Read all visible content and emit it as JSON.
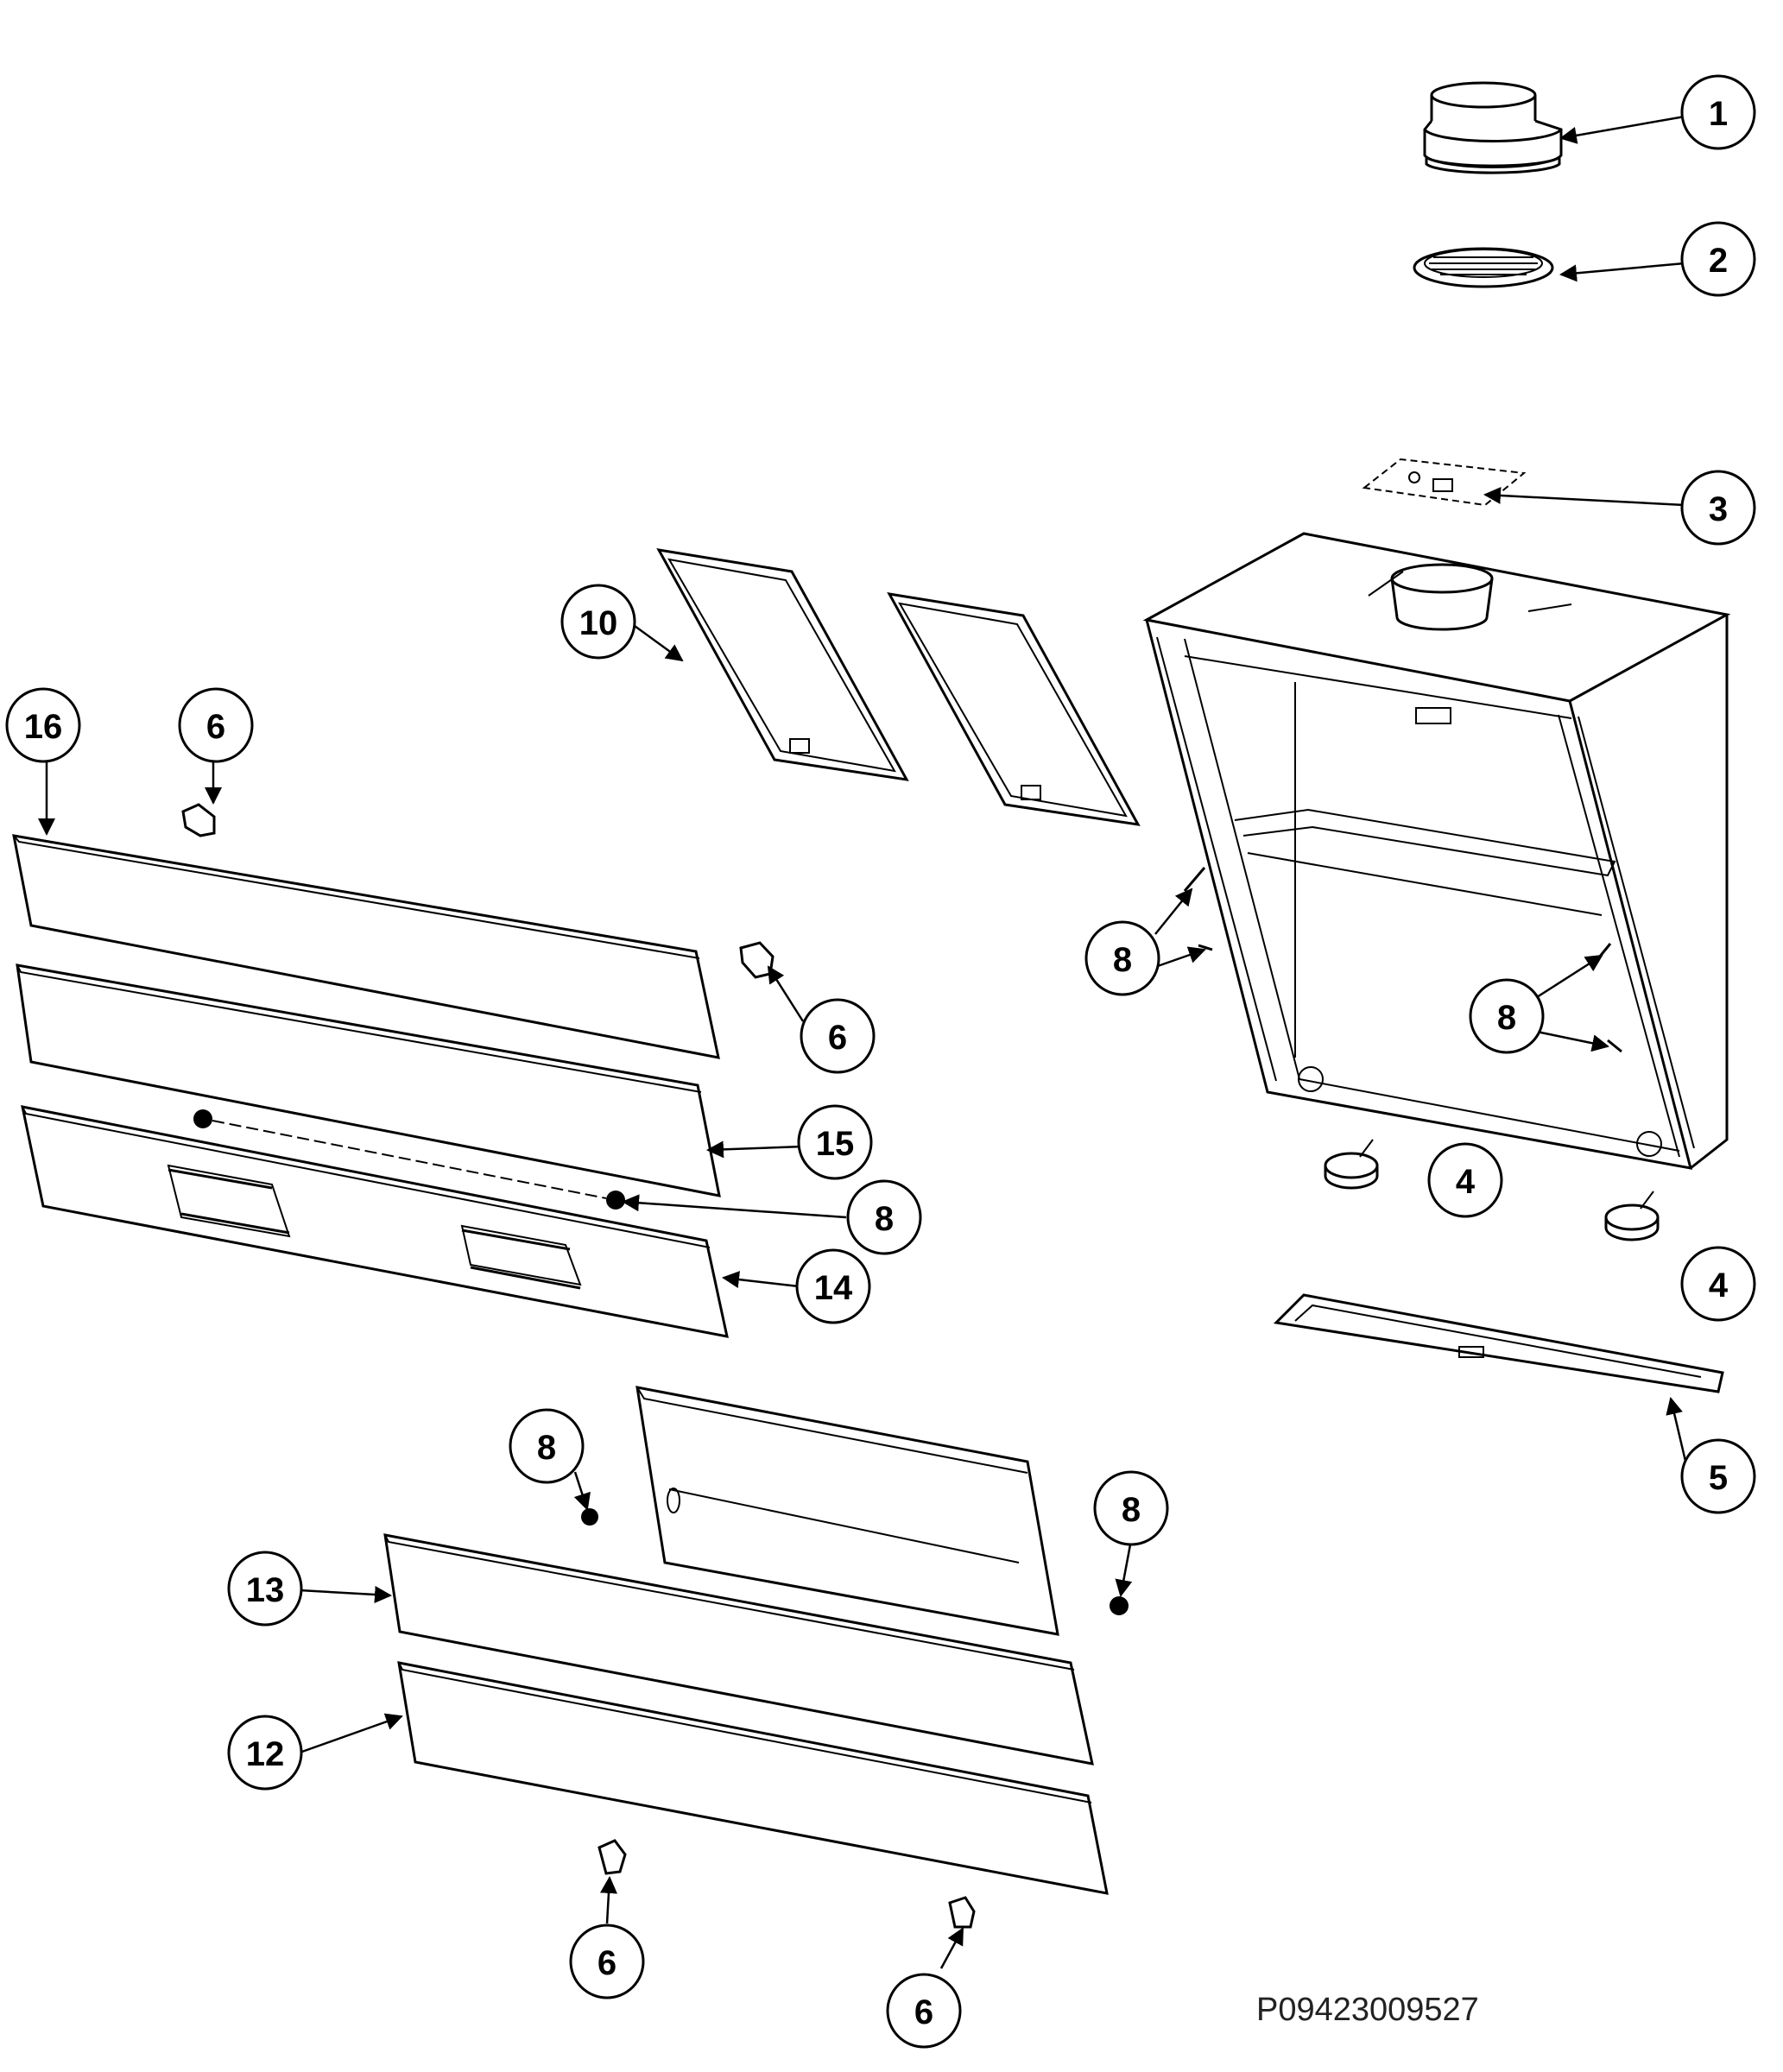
{
  "diagram": {
    "callouts": [
      "1",
      "2",
      "3",
      "4",
      "4",
      "5",
      "6",
      "6",
      "6",
      "6",
      "8",
      "8",
      "8",
      "8",
      "8",
      "10",
      "12",
      "13",
      "14",
      "15",
      "16"
    ],
    "drawing_code": "P09423009527"
  }
}
